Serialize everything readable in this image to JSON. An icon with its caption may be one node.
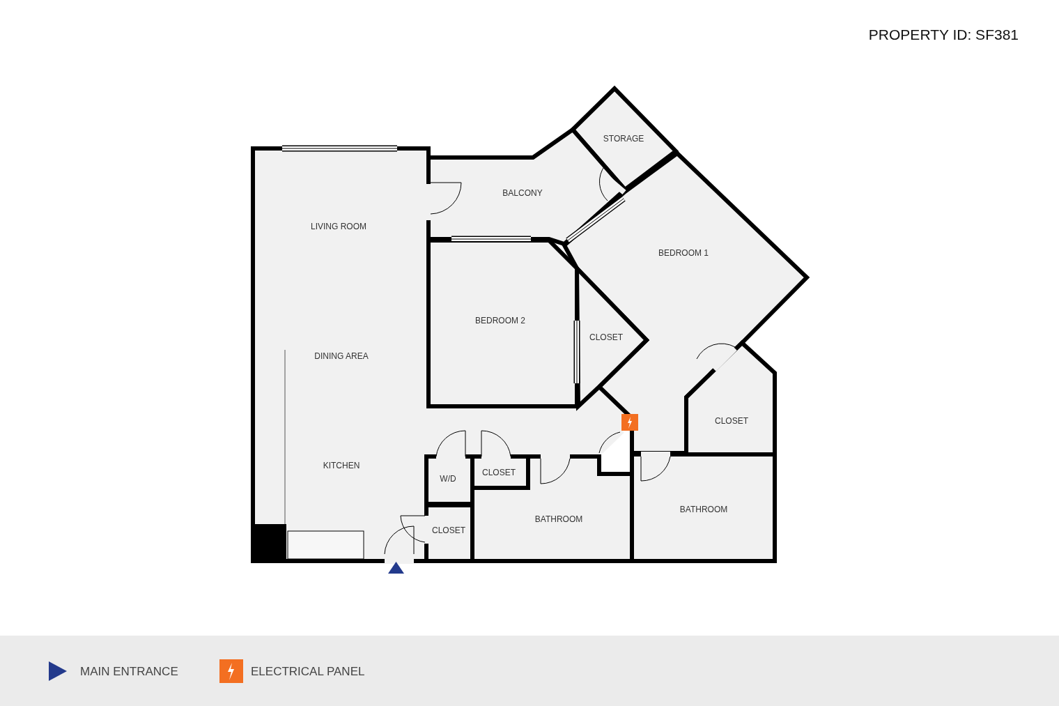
{
  "diagram": {
    "nodes": [
      {
        "text": [
          "STORAGE"
        ]
      },
      {
        "text": [
          "BALCONY"
        ]
      },
      {
        "text": [
          "LIVING ROOM",
          "DINING AREA",
          "KITCHEN"
        ]
      },
      {
        "text": [
          "BEDROOM 1"
        ]
      },
      {
        "text": [
          "BEDROOM 2"
        ]
      },
      {
        "text": [
          "CLOSET"
        ]
      },
      {
        "text": [
          "CLOSET"
        ]
      },
      {
        "text": [
          "CLOSET"
        ]
      },
      {
        "text": [
          "W/D"
        ]
      },
      {
        "text": [
          "BATHROOM"
        ]
      },
      {
        "text": [
          "BATHROOM"
        ]
      },
      {
        "text": [
          "CLOSET"
        ]
      }
    ],
    "labels": [
      "PROPERTY ID: SF381"
    ],
    "legend": [
      {
        "text": "MAIN ENTRANCE"
      },
      {
        "text": "ELECTRICAL PANEL"
      }
    ]
  }
}
